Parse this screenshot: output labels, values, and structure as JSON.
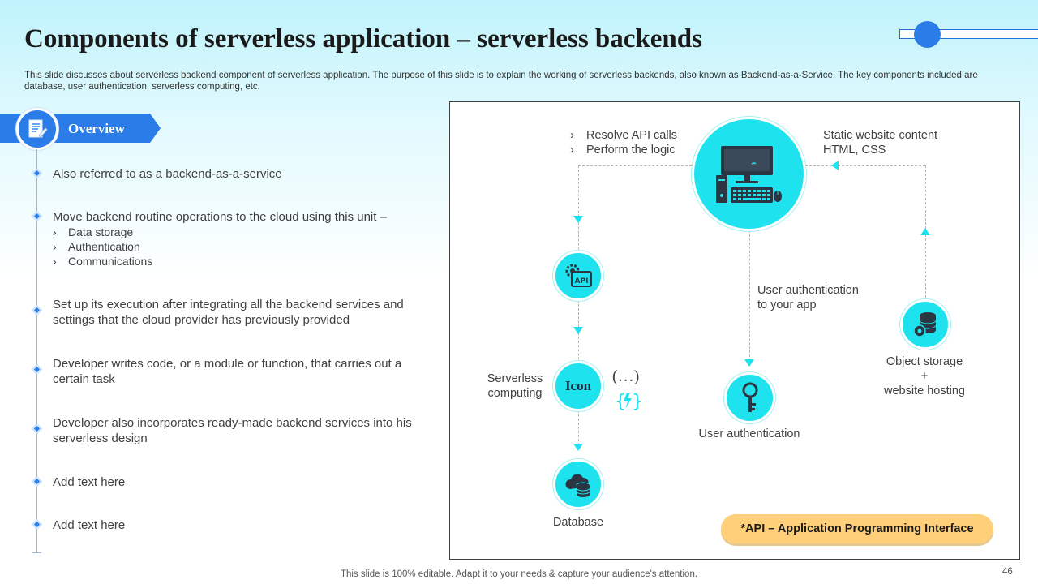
{
  "header": {
    "title": "Components of serverless application – serverless backends",
    "subtitle": "This slide discusses about serverless backend component of serverless application. The purpose of this slide is to explain the working of serverless backends, also known as Backend-as-a-Service. The key components included are database, user authentication, serverless computing, etc."
  },
  "overview": {
    "label": "Overview",
    "icon": "document-edit-icon",
    "bullets": [
      {
        "text": "Also referred to as a backend-as-a-service",
        "subitems": []
      },
      {
        "text": "Move backend routine operations to the cloud using this unit –",
        "subitems": [
          "Data storage",
          "Authentication",
          "Communications"
        ]
      },
      {
        "text": "Set up its execution after integrating all the backend services and settings that the cloud provider has previously provided",
        "subitems": []
      },
      {
        "text": "Developer writes code, or a module or function, that carries out a certain task",
        "subitems": []
      },
      {
        "text": "Developer also incorporates ready-made backend services into his serverless design",
        "subitems": []
      },
      {
        "text": "Add text here",
        "subitems": []
      },
      {
        "text": "Add text here",
        "subitems": []
      }
    ]
  },
  "diagram": {
    "api_calls": [
      "Resolve API calls",
      "Perform the logic"
    ],
    "static_content": [
      "Static website content",
      "HTML, CSS"
    ],
    "user_auth_flow": [
      "User authentication",
      "to your app"
    ],
    "object_storage": [
      "Object storage",
      "+",
      "website hosting"
    ],
    "serverless_computing": [
      "Serverless",
      "computing"
    ],
    "icon_node_label": "Icon",
    "ellipsis": "(…)",
    "user_authentication": "User authentication",
    "database": "Database",
    "api_note": "*API – Application Programming Interface",
    "node_color": "#1ee3ef",
    "icons": {
      "computer": "desktop-computer-icon",
      "api": "api-gear-icon",
      "lambda": "lambda-braces-icon",
      "key": "key-icon",
      "storage": "database-gear-icon",
      "cloud_db": "cloud-database-icon"
    }
  },
  "footer": {
    "text": "This slide is 100% editable. Adapt it to your needs & capture your audience's attention.",
    "page_number": "46"
  },
  "colors": {
    "accent_blue": "#2a7ce8",
    "cyan": "#1ee3ef",
    "note_orange": "#ffcf7a"
  }
}
